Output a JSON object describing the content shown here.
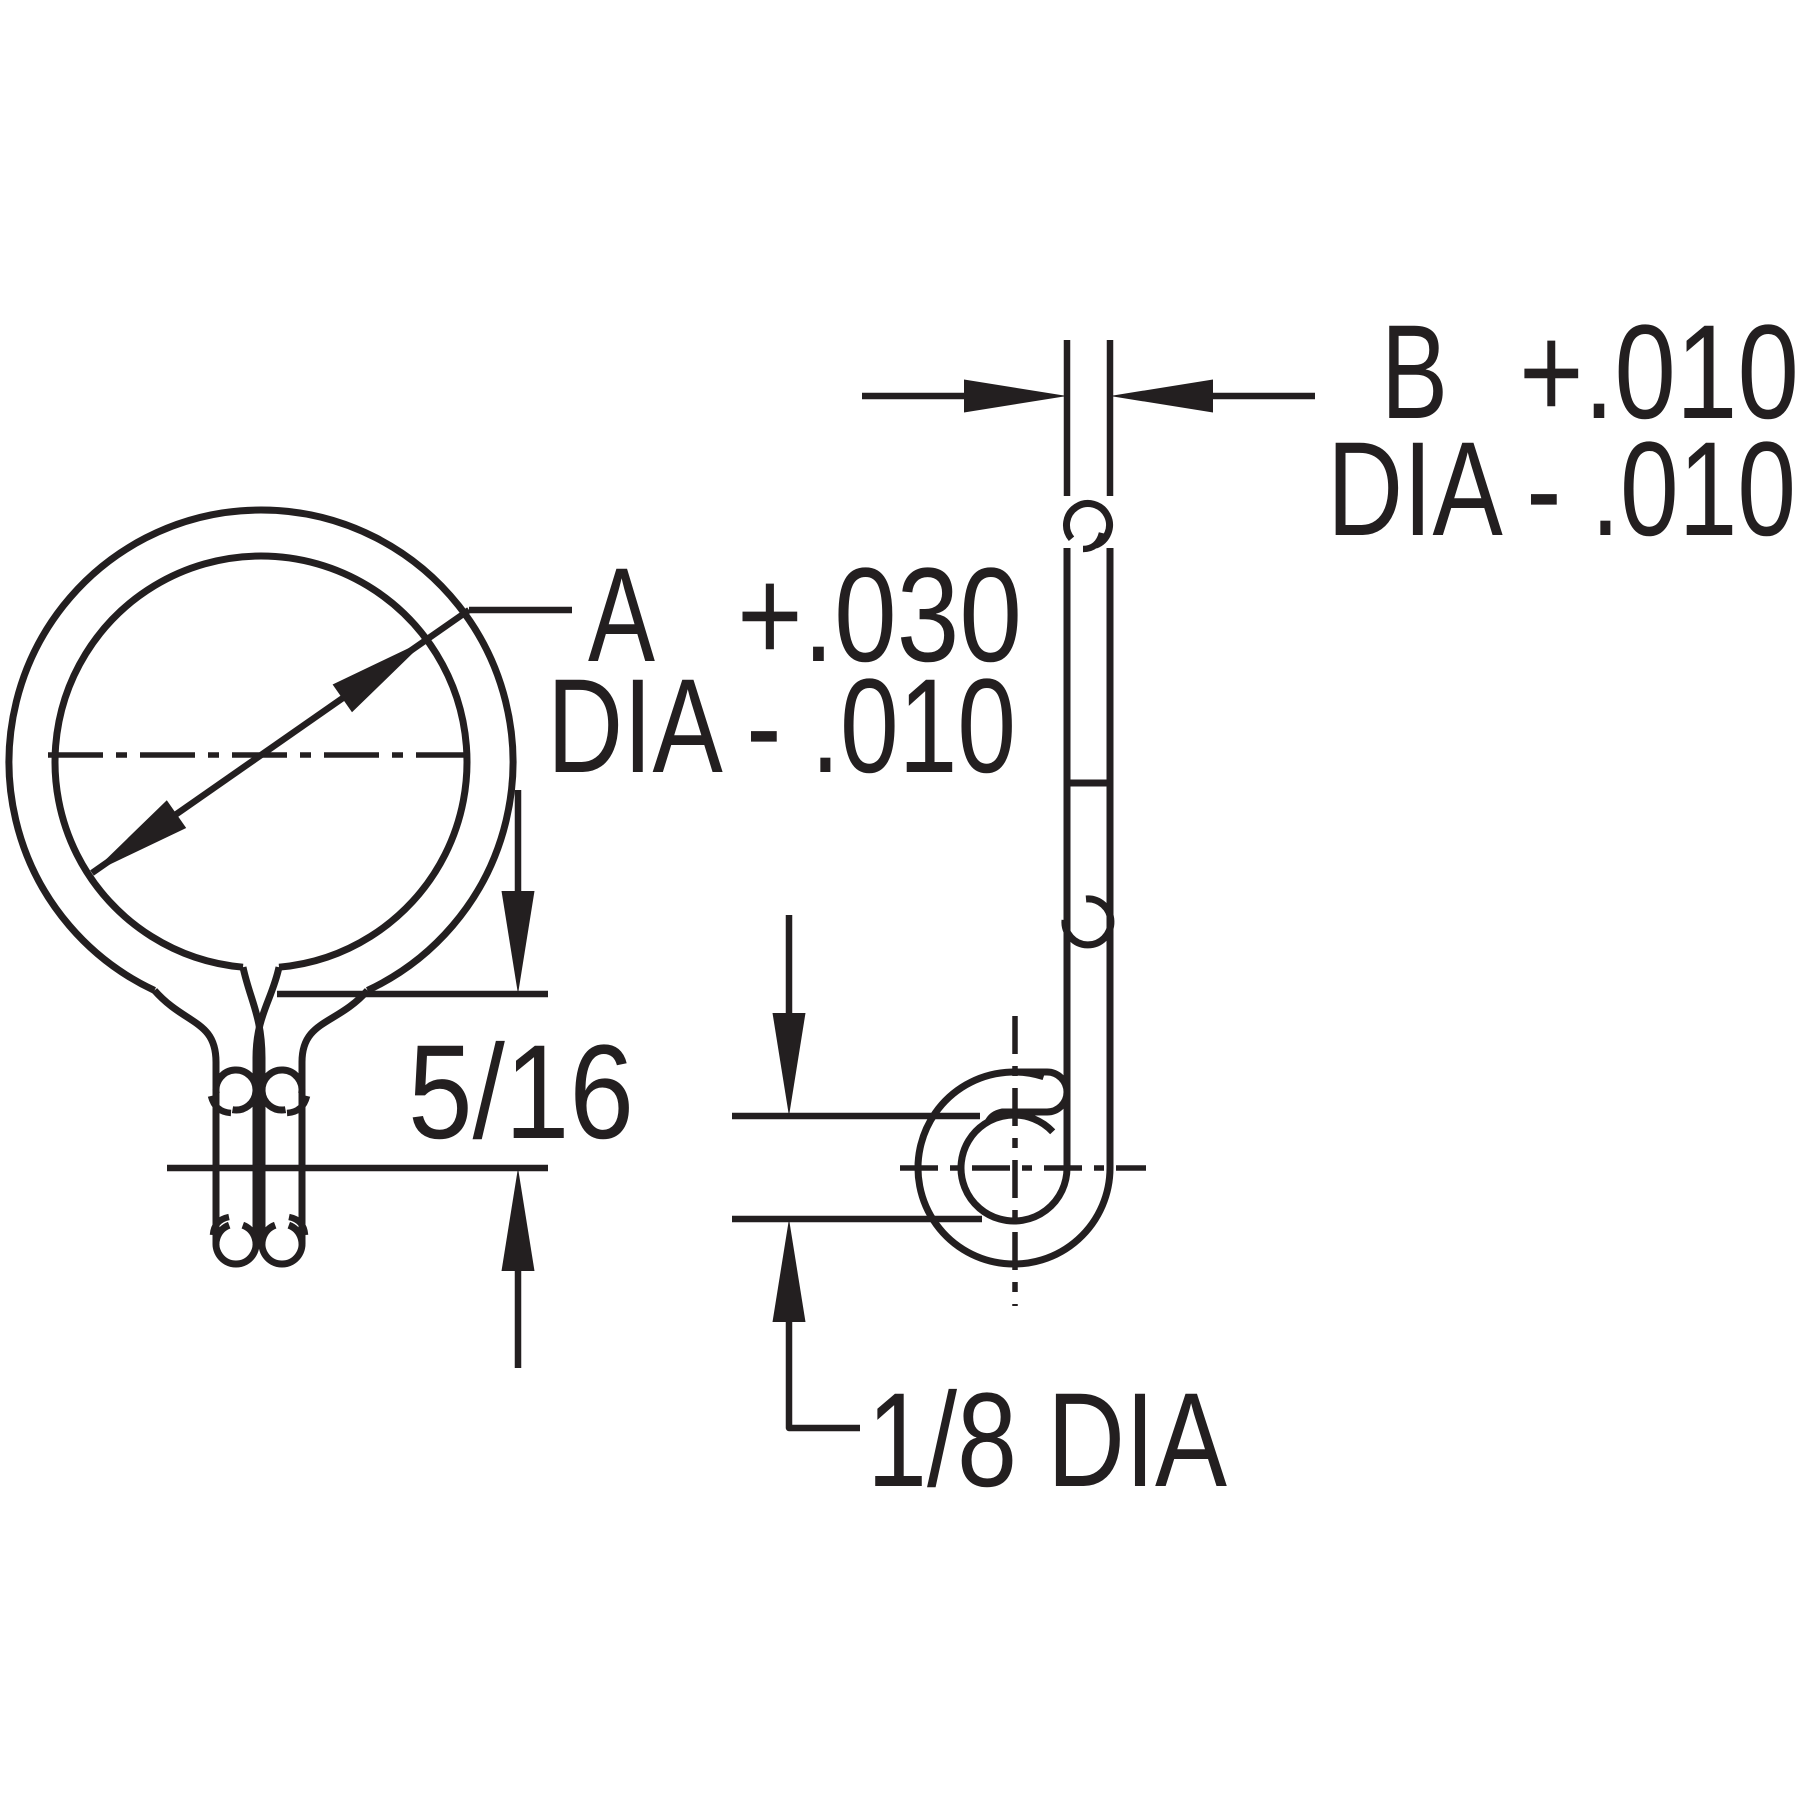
{
  "canvas": {
    "background_color": "#ffffff",
    "line_color": "#231f20"
  },
  "dimensions": {
    "ring_diameter": {
      "letter": "A",
      "plus_tolerance": "+.030",
      "dia_line": "DIA - .010"
    },
    "wire_diameter": {
      "letter": "B",
      "plus_tolerance": "+.010",
      "dia_line": "DIA - .010"
    },
    "leg_length": {
      "value": "5/16"
    },
    "eye_diameter": {
      "value": "1/8 DIA"
    }
  }
}
